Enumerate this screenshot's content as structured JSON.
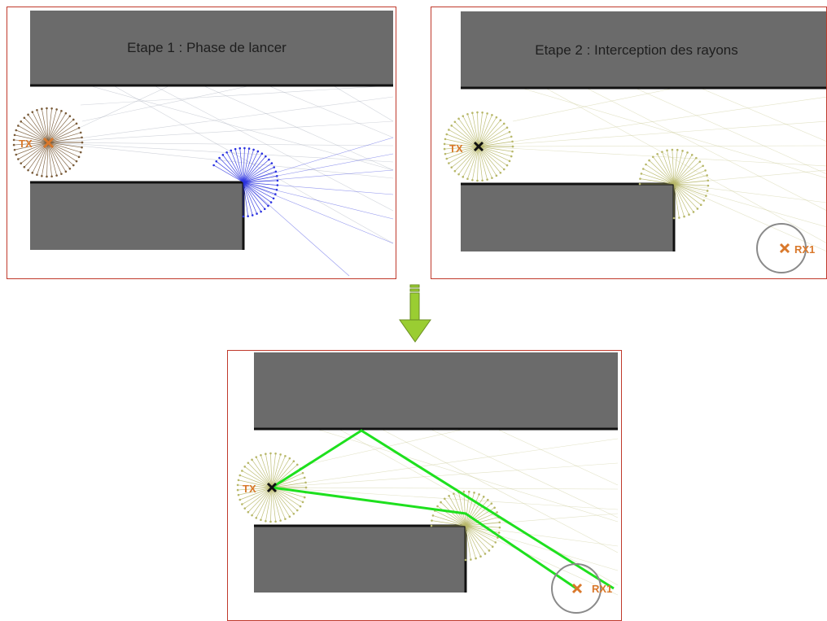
{
  "panel1": {
    "title": "Etape 1 : Phase de lancer",
    "tx_label": "TX"
  },
  "panel2": {
    "title": "Etape 2 : Interception des rayons",
    "tx_label": "TX",
    "rx_label": "RX1"
  },
  "panel3": {
    "tx_label": "TX",
    "rx_label": "RX1"
  },
  "colors": {
    "panel_border": "#c0392b",
    "wall": "#6b6b6b",
    "tx_marker": "#d9782b",
    "source_rays_step1": "#7a5c3a",
    "diffraction_rays_step1": "#2c33e0",
    "rays_muted": "#b8b86a",
    "received_path": "#1ee01e",
    "reception_circle": "#8a8a8a",
    "arrow": "#9acd32"
  },
  "icons": {
    "tx": "x-mark-icon",
    "rx": "x-mark-icon",
    "arrow": "down-arrow-icon"
  }
}
